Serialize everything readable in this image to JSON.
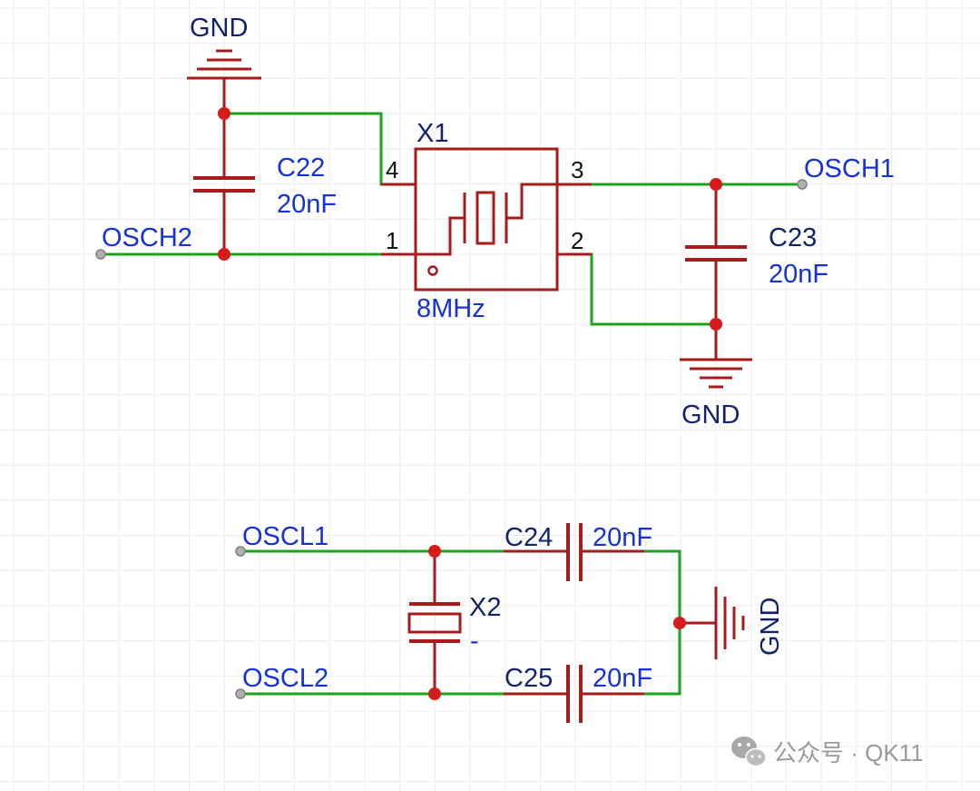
{
  "schematic": {
    "net_labels": {
      "gnd_top": "GND",
      "gnd_mid": "GND",
      "gnd_bottom": "GND",
      "osch1": "OSCH1",
      "osch2": "OSCH2",
      "oscl1": "OSCL1",
      "oscl2": "OSCL2"
    },
    "components": {
      "c22": {
        "ref": "C22",
        "value": "20nF"
      },
      "c23": {
        "ref": "C23",
        "value": "20nF"
      },
      "c24": {
        "ref": "C24",
        "value": "20nF"
      },
      "c25": {
        "ref": "C25",
        "value": "20nF"
      },
      "x1": {
        "ref": "X1",
        "value": "8MHz",
        "pins": [
          "1",
          "2",
          "3",
          "4"
        ]
      },
      "x2": {
        "ref": "X2",
        "value": "-"
      }
    },
    "colors": {
      "wire": "#1aa51a",
      "component": "#a61c1c",
      "junction": "#d41c1c",
      "label_blue": "#1432d8",
      "label_navy": "#12236b",
      "grid": "#ececec"
    }
  },
  "watermark": {
    "icon": "wechat-icon",
    "text": "公众号 · QK11"
  }
}
